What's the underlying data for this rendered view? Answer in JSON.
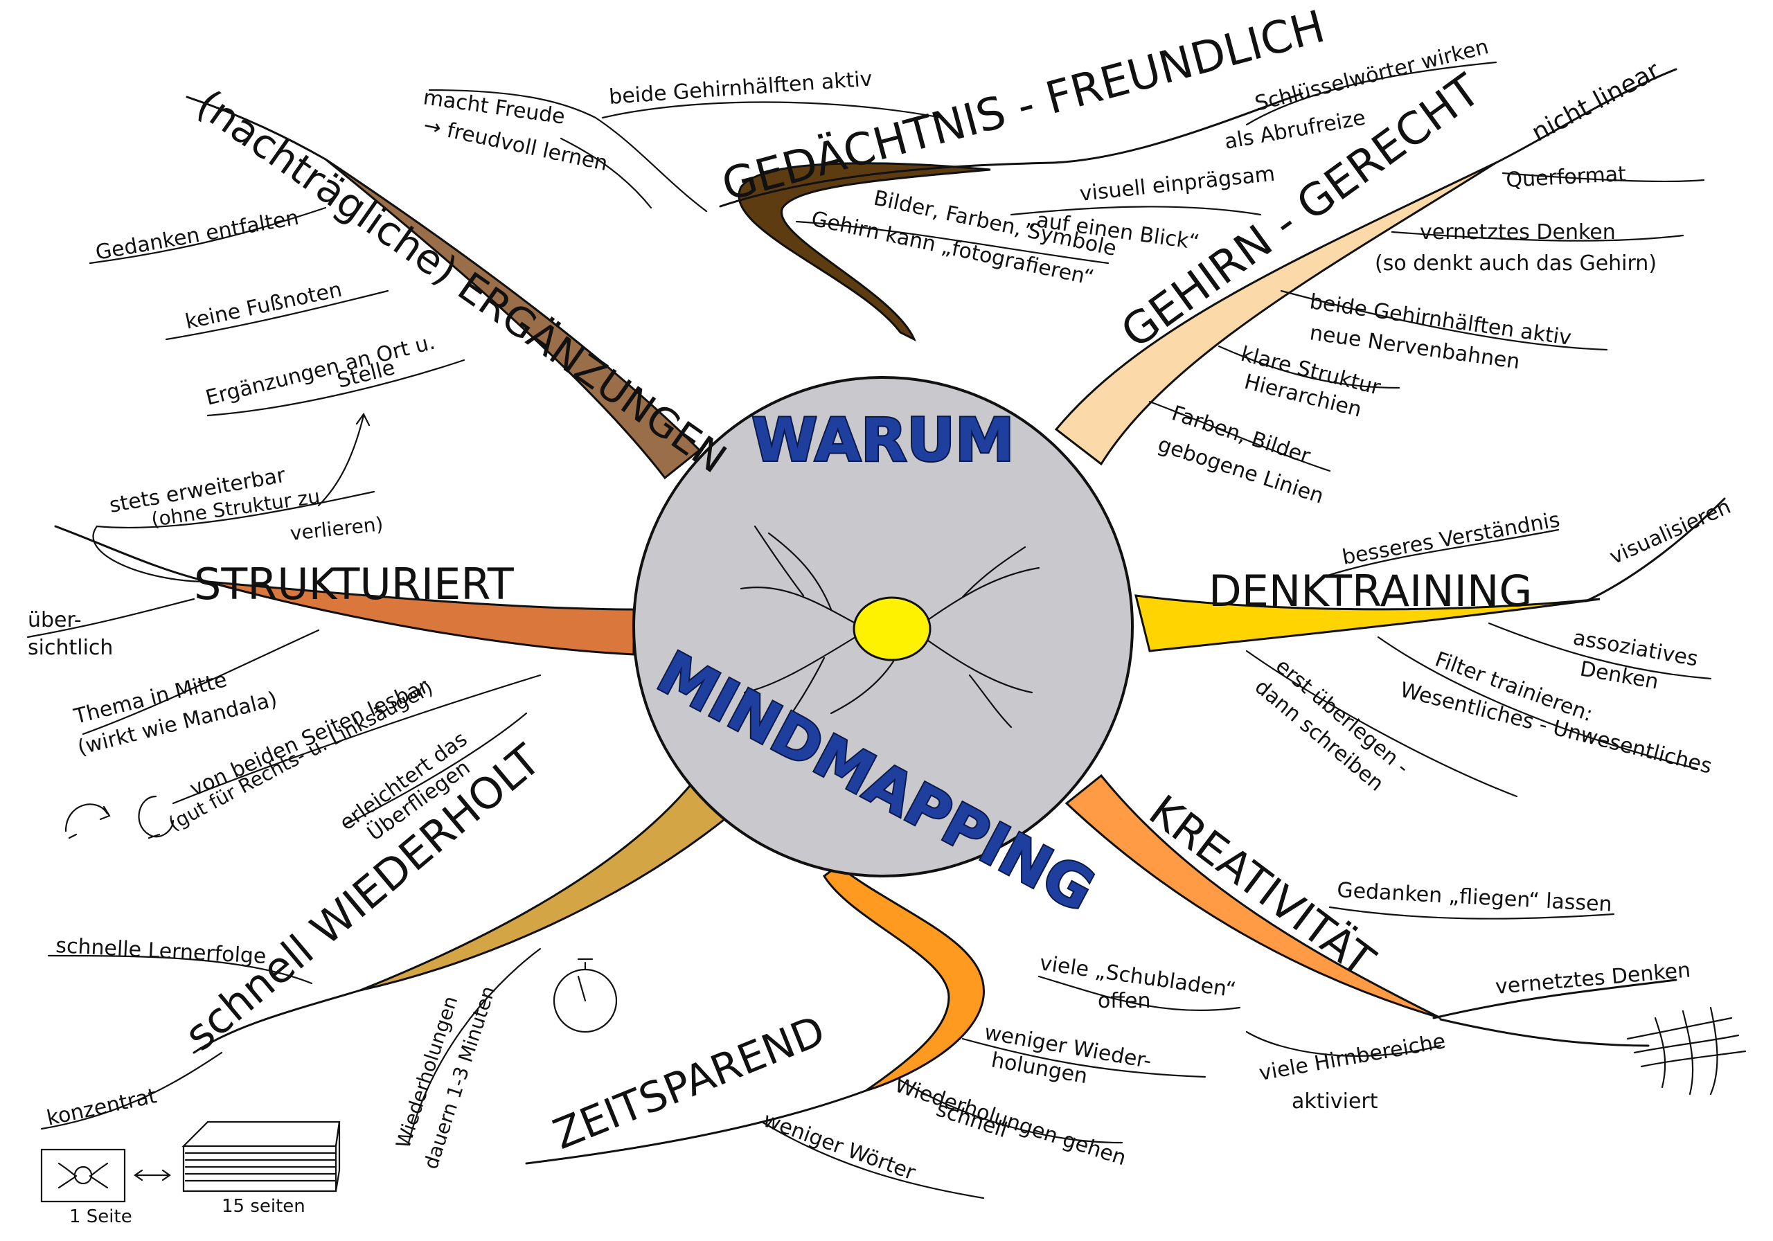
{
  "center": {
    "line1": "WARUM",
    "line2": "MINDMAPPING"
  },
  "branches": {
    "gedaechtnis": {
      "label": "GEDÄCHTNIS - FREUNDLICH",
      "color": "#5e3c12",
      "items": [
        "beide Gehirnhälften aktiv",
        "Schlüsselwörter wirken",
        "als Abrufreize",
        "visuell einprägsam",
        "„auf einen Blick“",
        "Bilder, Farben, Symbole",
        "Gehirn kann „fotografieren“"
      ]
    },
    "gehirn": {
      "label": "GEHIRN - GERECHT",
      "color": "#fbd9a8",
      "items": [
        "nicht linear",
        "Querformat",
        "vernetztes Denken",
        "(so denkt auch das Gehirn)",
        "beide Gehirnhälften aktiv",
        "neue Nervenbahnen",
        "klare Struktur",
        "Hierarchien",
        "Farben, Bilder",
        "gebogene Linien"
      ]
    },
    "denktraining": {
      "label": "DENKTRAINING",
      "color": "#ffd400",
      "items": [
        "besseres Verständnis",
        "visualisieren",
        "assoziatives",
        "Denken",
        "Filter trainieren:",
        "Wesentliches - Unwesentliches",
        "erst überlegen -",
        "dann schreiben"
      ]
    },
    "kreativitaet": {
      "label": "KREATIVITÄT",
      "color": "#ff9a45",
      "items": [
        "Gedanken „fliegen“ lassen",
        "vernetztes Denken",
        "viele „Schubladen“",
        "offen",
        "viele Hirnbereiche",
        "aktiviert"
      ]
    },
    "zeitsparend": {
      "label": "ZEITSPAREND",
      "color": "#ff9a20",
      "items": [
        "weniger Wieder-",
        "holungen",
        "Wiederholungen gehen",
        "schnell",
        "weniger Wörter"
      ]
    },
    "wiederholt": {
      "label": "schnell WIEDERHOLT",
      "color": "#d4a545",
      "items": [
        "schnelle Lernerfolge",
        "Wiederholungen",
        "dauern 1-3 Minuten",
        "konzentrat",
        "1 Seite",
        "15 seiten"
      ]
    },
    "strukturiert": {
      "label": "STRUKTURIERT",
      "color": "#d9773c",
      "items": [
        "stets erweiterbar",
        "(ohne Struktur zu",
        "verlieren)",
        "über-",
        "sichtlich",
        "Thema in Mitte",
        "(wirkt wie Mandala)",
        "von beiden Seiten lesbar",
        "(gut für Rechts- u. Linksäuger)",
        "erleichtert das",
        "Überfliegen"
      ]
    },
    "ergaenzungen": {
      "label": "(nachträgliche) ERGÄNZUNGEN",
      "color": "#9a6e48",
      "items": [
        "macht Freude",
        "→ freudvoll lernen",
        "Gedanken entfalten",
        "keine Fußnoten",
        "Ergänzungen an Ort u.",
        "Stelle"
      ]
    }
  },
  "colors": {
    "center_disc": "#c9c9cd",
    "center_text": "#1f3f9f",
    "nucleus": "#fff200"
  }
}
